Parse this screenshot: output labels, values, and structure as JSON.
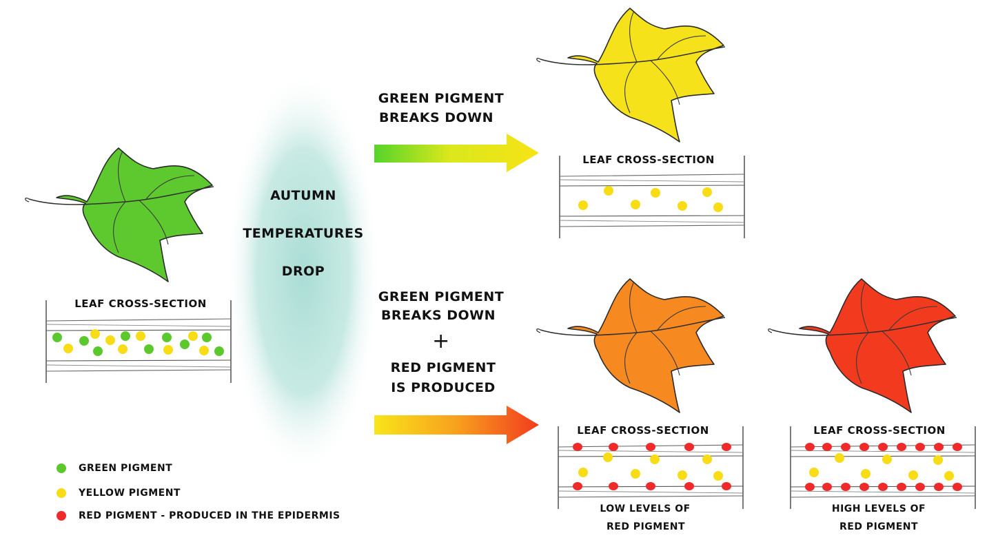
{
  "center_label": {
    "line1": "AUTUMN",
    "line2": "TEMPERATURES",
    "line3": "DROP"
  },
  "top_path": {
    "line1": "GREEN PIGMENT",
    "line2": "BREAKS DOWN"
  },
  "bottom_path": {
    "line1": "GREEN PIGMENT",
    "line2": "BREAKS DOWN",
    "plus": "+",
    "line3": "RED PIGMENT",
    "line4": "IS PRODUCED"
  },
  "cross_sections": {
    "green_leaf": "LEAF CROSS-SECTION",
    "yellow_leaf": "LEAF CROSS-SECTION",
    "orange_leaf": "LEAF CROSS-SECTION",
    "red_leaf": "LEAF CROSS-SECTION"
  },
  "captions": {
    "orange_line1": "LOW LEVELS OF",
    "orange_line2": "RED PIGMENT",
    "red_line1": "HIGH LEVELS OF",
    "red_line2": "RED PIGMENT"
  },
  "legend": [
    {
      "label": "GREEN PIGMENT",
      "color": "#5bc92e"
    },
    {
      "label": "YELLOW PIGMENT",
      "color": "#f7dc16"
    },
    {
      "label": "RED PIGMENT - PRODUCED IN THE EPIDERMIS",
      "color": "#ee2a2a"
    }
  ],
  "colors": {
    "leaf_green": "#5ec82f",
    "leaf_yellow": "#f5e21a",
    "leaf_orange": "#f6891f",
    "leaf_red": "#f23a1e",
    "ellipse": "#bfe6df"
  }
}
